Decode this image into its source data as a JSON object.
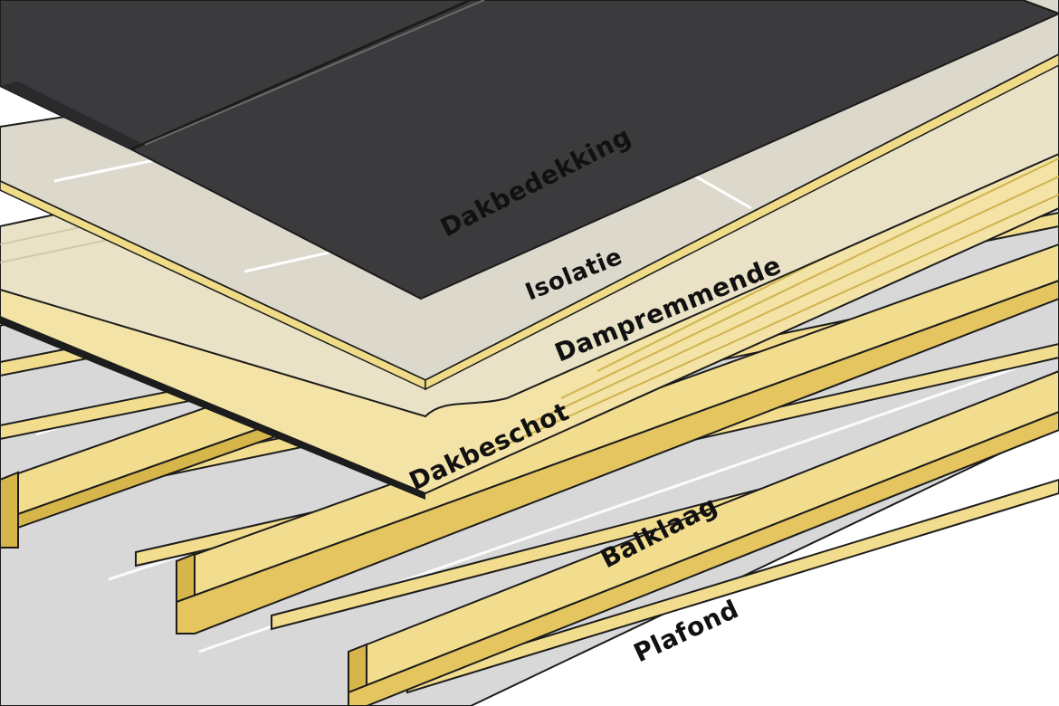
{
  "labels": {
    "dakbedekking": "Dakbedekking",
    "isolatie": "Isolatie",
    "dampremmende": "Dampremmende",
    "dakbeschot": "Dakbeschot",
    "balklaag": "Balklaag",
    "plafond": "Plafond"
  },
  "colors": {
    "roofing": "#3b3b3d",
    "insulation": "#dcd9cc",
    "vapor_membrane": "#e7dfc0",
    "wood": "#f2dd8e",
    "wood_shadow": "#c9a83a",
    "ceiling": "#d7d7d7",
    "outline": "#1c1c1c"
  }
}
